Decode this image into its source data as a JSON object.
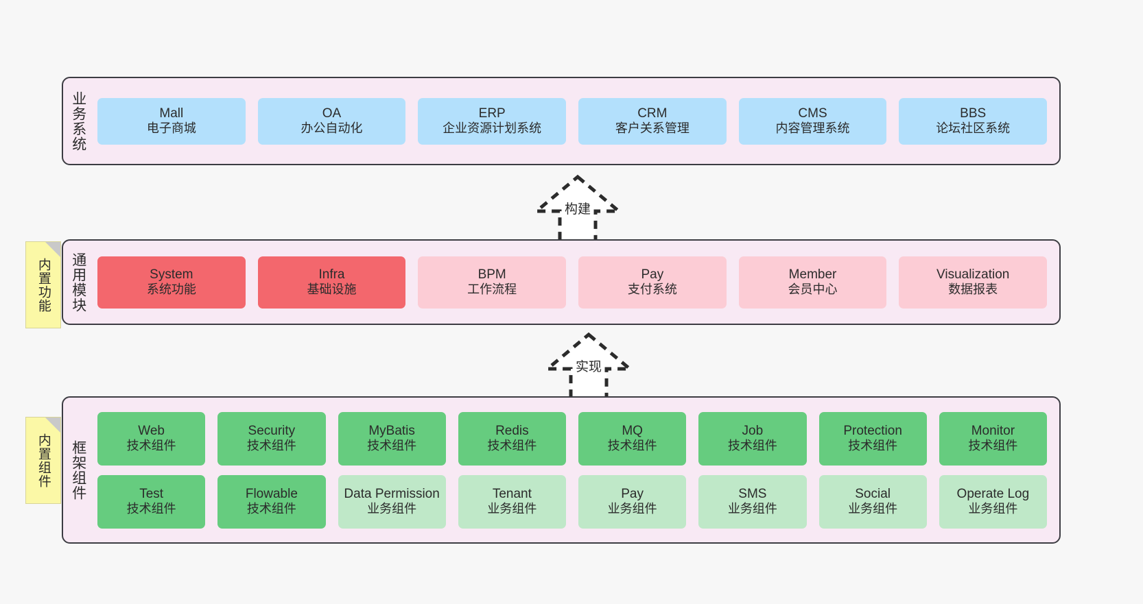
{
  "diagram": {
    "title_hidden": "",
    "colors": {
      "panel_bg": "#f8e9f4",
      "panel_border": "#3c3c42",
      "business_card": "#b3e0fc",
      "module_core": "#f3676d",
      "module_optional": "#fcccd5",
      "tech_component": "#66cc7f",
      "biz_component": "#bfe8c8",
      "note_bg": "#fbf8a6",
      "canvas_bg": "#f7f7f7"
    }
  },
  "layers": [
    {
      "id": "business",
      "title": "业务系统",
      "note": null,
      "rows": [
        {
          "cards": [
            {
              "en": "Mall",
              "cn": "电子商城",
              "style": "c-blue"
            },
            {
              "en": "OA",
              "cn": "办公自动化",
              "style": "c-blue"
            },
            {
              "en": "ERP",
              "cn": "企业资源计划系统",
              "style": "c-blue"
            },
            {
              "en": "CRM",
              "cn": "客户关系管理",
              "style": "c-blue"
            },
            {
              "en": "CMS",
              "cn": "内容管理系统",
              "style": "c-blue"
            },
            {
              "en": "BBS",
              "cn": "论坛社区系统",
              "style": "c-blue"
            }
          ]
        }
      ]
    },
    {
      "id": "common",
      "title": "通用模块",
      "note": "内置功能",
      "rows": [
        {
          "cards": [
            {
              "en": "System",
              "cn": "系统功能",
              "style": "c-red"
            },
            {
              "en": "Infra",
              "cn": "基础设施",
              "style": "c-red"
            },
            {
              "en": "BPM",
              "cn": "工作流程",
              "style": "c-pink"
            },
            {
              "en": "Pay",
              "cn": "支付系统",
              "style": "c-pink"
            },
            {
              "en": "Member",
              "cn": "会员中心",
              "style": "c-pink"
            },
            {
              "en": "Visualization",
              "cn": "数据报表",
              "style": "c-pink"
            }
          ]
        }
      ]
    },
    {
      "id": "frame",
      "title": "框架组件",
      "note": "内置组件",
      "rows": [
        {
          "cards": [
            {
              "en": "Web",
              "cn": "技术组件",
              "style": "c-green"
            },
            {
              "en": "Security",
              "cn": "技术组件",
              "style": "c-green"
            },
            {
              "en": "MyBatis",
              "cn": "技术组件",
              "style": "c-green"
            },
            {
              "en": "Redis",
              "cn": "技术组件",
              "style": "c-green"
            },
            {
              "en": "MQ",
              "cn": "技术组件",
              "style": "c-green"
            },
            {
              "en": "Job",
              "cn": "技术组件",
              "style": "c-green"
            },
            {
              "en": "Protection",
              "cn": "技术组件",
              "style": "c-green"
            },
            {
              "en": "Monitor",
              "cn": "技术组件",
              "style": "c-green"
            }
          ]
        },
        {
          "cards": [
            {
              "en": "Test",
              "cn": "技术组件",
              "style": "c-green"
            },
            {
              "en": "Flowable",
              "cn": "技术组件",
              "style": "c-green"
            },
            {
              "en": "Data Permission",
              "cn": "业务组件",
              "style": "c-green-light"
            },
            {
              "en": "Tenant",
              "cn": "业务组件",
              "style": "c-green-light"
            },
            {
              "en": "Pay",
              "cn": "业务组件",
              "style": "c-green-light"
            },
            {
              "en": "SMS",
              "cn": "业务组件",
              "style": "c-green-light"
            },
            {
              "en": "Social",
              "cn": "业务组件",
              "style": "c-green-light"
            },
            {
              "en": "Operate Log",
              "cn": "业务组件",
              "style": "c-green-light"
            }
          ]
        }
      ]
    }
  ],
  "arrows": [
    {
      "id": "build",
      "label": "构建",
      "from": "通用模块",
      "to": "业务系统"
    },
    {
      "id": "realize",
      "label": "实现",
      "from": "框架组件",
      "to": "通用模块"
    }
  ]
}
